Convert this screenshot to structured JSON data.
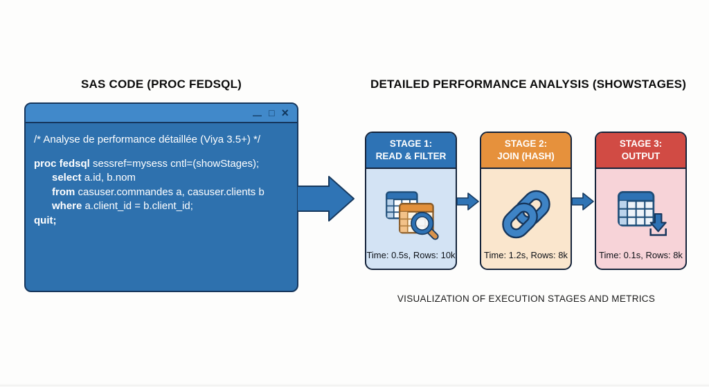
{
  "left_panel": {
    "title": "SAS CODE (PROC FEDSQL)",
    "window": {
      "controls": {
        "minimize": "—",
        "maximize": "□",
        "close": "×"
      },
      "colors": {
        "titlebar_bg": "#4189ca",
        "body_bg": "#2e71ae",
        "border": "#16365c",
        "text": "#ffffff"
      },
      "code_lines": [
        {
          "indent": 0,
          "parts": [
            {
              "text": "/* Analyse de performance détaillée (Viya 3.5+) */",
              "bold": false
            }
          ]
        },
        {
          "indent": 0,
          "parts": []
        },
        {
          "indent": 0,
          "parts": [
            {
              "text": "proc fedsql",
              "bold": true
            },
            {
              "text": " sessref=mysess cntl=(showStages);",
              "bold": false
            }
          ]
        },
        {
          "indent": 1,
          "parts": [
            {
              "text": "select",
              "bold": true
            },
            {
              "text": " a.id, b.nom",
              "bold": false
            }
          ]
        },
        {
          "indent": 1,
          "parts": [
            {
              "text": "from",
              "bold": true
            },
            {
              "text": " casuser.commandes a, casuser.clients b",
              "bold": false
            }
          ]
        },
        {
          "indent": 1,
          "parts": [
            {
              "text": "where",
              "bold": true
            },
            {
              "text": " a.client_id = b.client_id;",
              "bold": false
            }
          ]
        },
        {
          "indent": 0,
          "parts": [
            {
              "text": "quit;",
              "bold": true
            }
          ]
        }
      ]
    }
  },
  "right_panel": {
    "title": "DETAILED PERFORMANCE ANALYSIS (SHOWSTAGES)",
    "caption": "VISUALIZATION OF EXECUTION STAGES AND METRICS",
    "stages": [
      {
        "title_line1": "STAGE 1:",
        "title_line2": "READ & FILTER",
        "icon": "table-search-icon",
        "footer": "Time: 0.5s, Rows: 10k",
        "header_bg": "#2e73b5",
        "body_bg": "#d3e3f4"
      },
      {
        "title_line1": "STAGE 2:",
        "title_line2": "JOIN (HASH)",
        "icon": "chain-link-icon",
        "footer": "Time: 1.2s, Rows: 8k",
        "header_bg": "#e6913c",
        "body_bg": "#fae6cd"
      },
      {
        "title_line1": "STAGE 3:",
        "title_line2": "OUTPUT",
        "icon": "table-download-icon",
        "footer": "Time: 0.1s, Rows: 8k",
        "header_bg": "#d14b44",
        "body_bg": "#f7d3d8"
      }
    ]
  },
  "flow": {
    "arrow_fill": "#2f74b5",
    "arrow_outline": "#17395e"
  }
}
